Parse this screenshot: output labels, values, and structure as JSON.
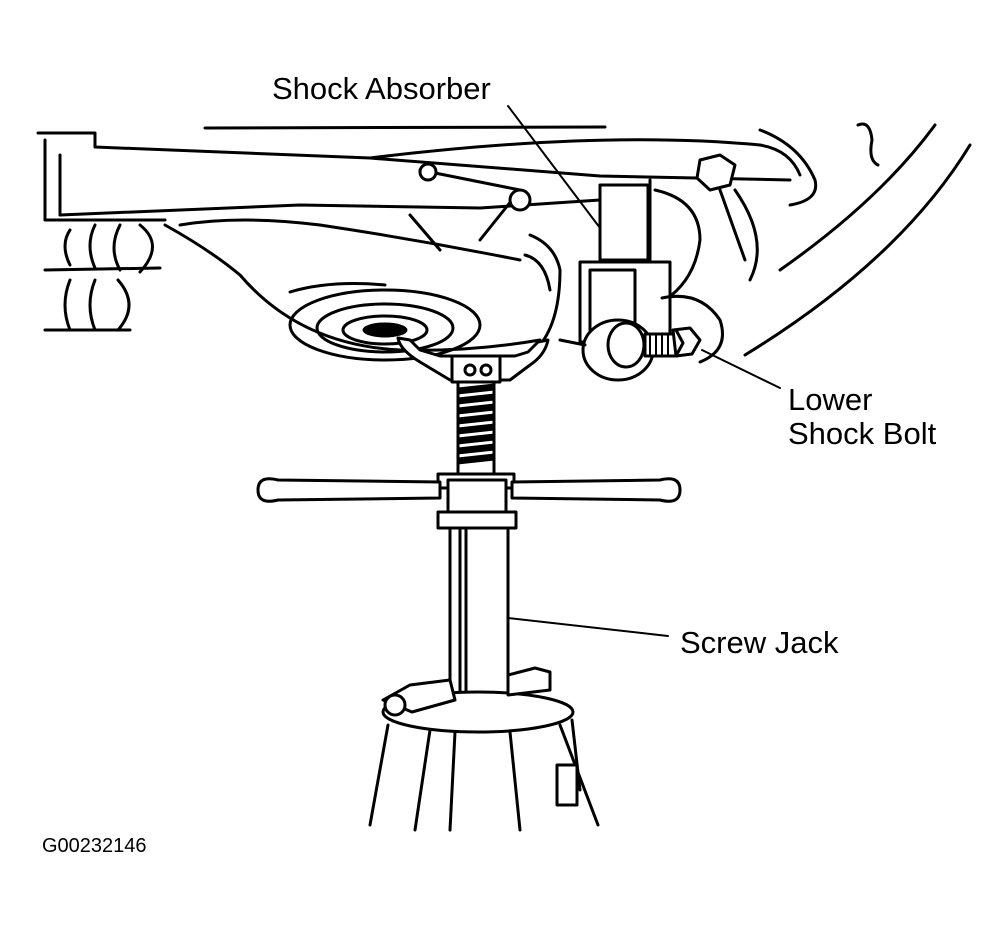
{
  "labels": {
    "shock_absorber": "Shock Absorber",
    "lower_shock_bolt_line1": "Lower",
    "lower_shock_bolt_line2": "Shock Bolt",
    "screw_jack": "Screw Jack"
  },
  "figure_id": "G00232146"
}
